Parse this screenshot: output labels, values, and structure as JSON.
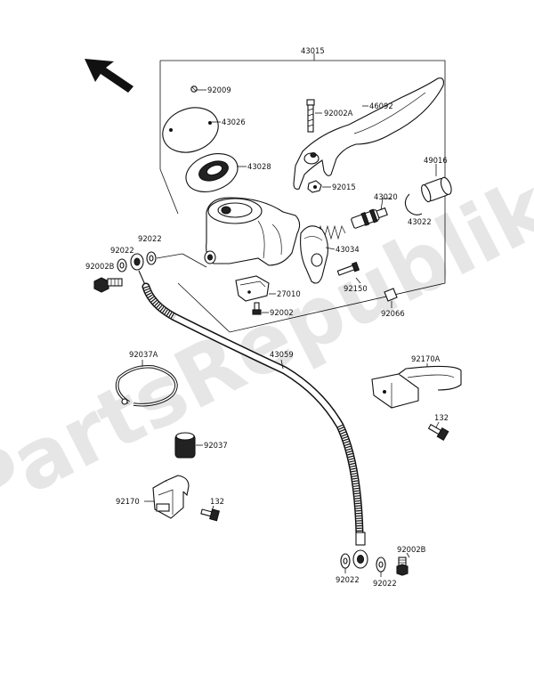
{
  "watermark": "PartsRepublik",
  "labels": {
    "l43015": "43015",
    "l92009": "92009",
    "l92002A": "92002A",
    "l46092": "46092",
    "l43026": "43026",
    "l43028": "43028",
    "l49016": "49016",
    "l92015": "92015",
    "l43020": "43020",
    "l43022": "43022",
    "l92022a": "92022",
    "l92022b": "92022",
    "l92002Ba": "92002B",
    "l43034": "43034",
    "l27010": "27010",
    "l92150": "92150",
    "l92002": "92002",
    "l92066": "92066",
    "l92037A": "92037A",
    "l43059": "43059",
    "l92170A": "92170A",
    "l132a": "132",
    "l92037": "92037",
    "l92170": "92170",
    "l132b": "132",
    "l92022c": "92022",
    "l92022d": "92022",
    "l92002Bb": "92002B"
  }
}
